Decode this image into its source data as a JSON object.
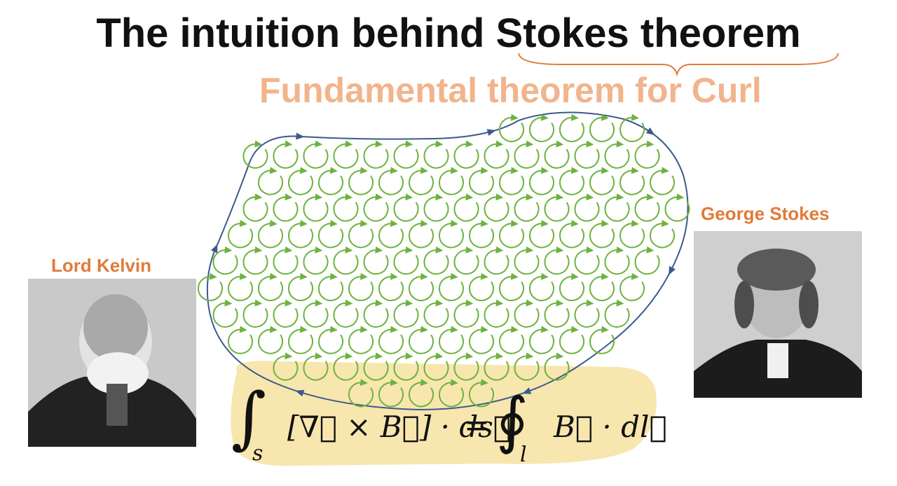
{
  "title": {
    "text": "The intuition behind Stokes theorem"
  },
  "subtitle": {
    "text": "Fundamental theorem for Curl"
  },
  "people": [
    {
      "name": "Lord Kelvin"
    },
    {
      "name": "George Stokes"
    }
  ],
  "formula": {
    "lhs_integral": "∫",
    "lhs_sub": "s",
    "lhs_body": "[∇⃗ × B⃗] · ds⃗",
    "equals": "=",
    "rhs_integral": "∮",
    "rhs_sub": "l",
    "rhs_body": "B⃗ · dl⃗"
  },
  "colors": {
    "title": "#111111",
    "subtitle": "#f1b48c",
    "names": "#e07b39",
    "boundary": "#3b5a8c",
    "curls": "#6db33f",
    "highlight": "#f7e3a6"
  },
  "icons": {
    "curl": "circulation-arrow-icon",
    "portraits": "person-photo"
  }
}
